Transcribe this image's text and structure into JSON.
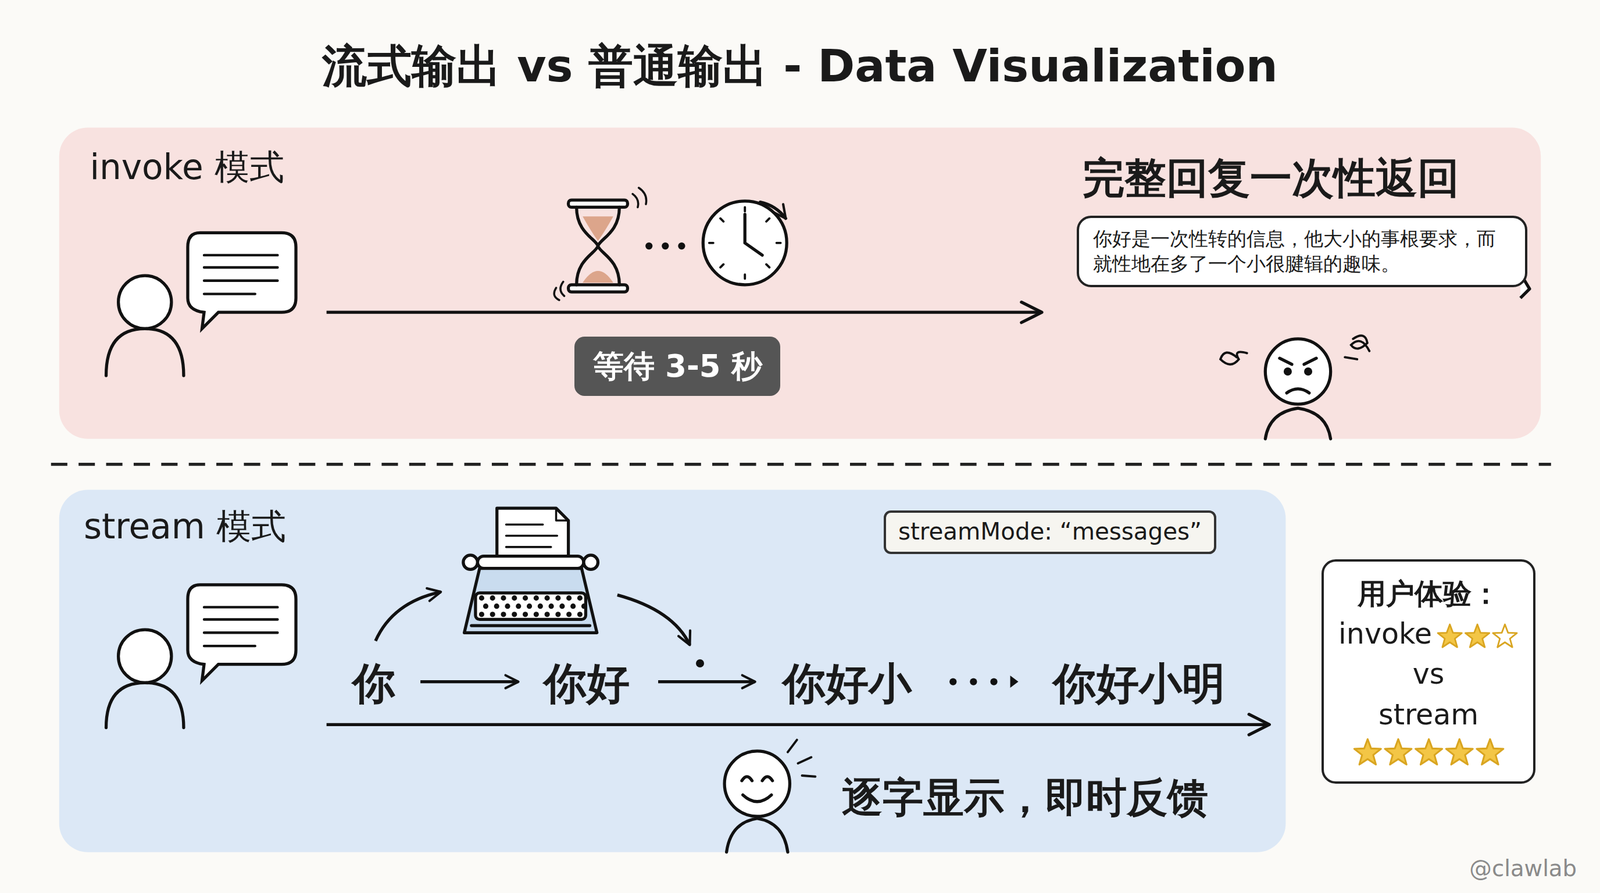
{
  "diagram": {
    "title": "流式输出 vs 普通输出 - Data Visualization",
    "nodes": [
      {
        "text": [
          "invoke 模式"
        ]
      },
      {
        "text": [
          "等待 3-5 秒"
        ],
        "in": 0
      },
      {
        "text": [
          "完整回复一次性返回",
          "你好是一次性转的信息，他大小的事根要求，而就性地在多了一个小很腱辑的趣味。"
        ],
        "in": 0
      },
      {
        "text": [
          "stream 模式",
          "逐字显示，即时反馈"
        ]
      },
      {
        "text": [
          "streamMode: “messages”"
        ],
        "in": 3
      },
      {
        "text": [
          "用户体验：",
          "invoke",
          "vs",
          "stream"
        ]
      }
    ],
    "labels": [
      "你",
      "你好",
      "你好小",
      "你好小明",
      "@clawlab"
    ]
  }
}
